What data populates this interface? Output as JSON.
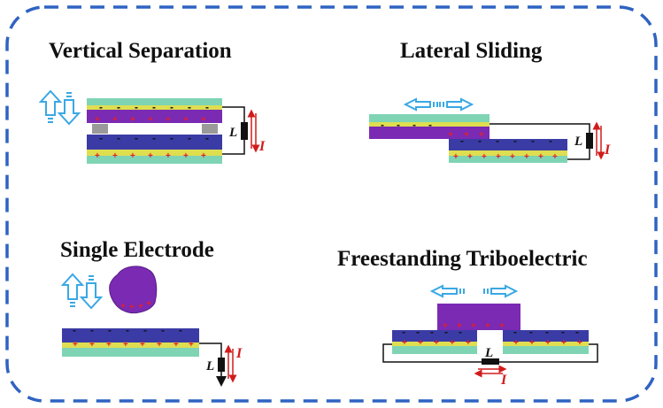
{
  "panels": {
    "vertical_separation": {
      "title": "Vertical Separation",
      "load_label": "L",
      "current_label": "I"
    },
    "lateral_sliding": {
      "title": "Lateral Sliding",
      "load_label": "L",
      "current_label": "I"
    },
    "single_electrode": {
      "title": "Single Electrode",
      "load_label": "L",
      "current_label": "I"
    },
    "freestanding_triboelectric": {
      "title": "Freestanding Triboelectric",
      "load_label": "L",
      "current_label": "I"
    }
  },
  "colors": {
    "frame_border": "#2f63c2",
    "teal_layer": "#7fd4b4",
    "yellow_layer": "#dede50",
    "purple_layer": "#7a2ab3",
    "blue_layer": "#3b3ba6",
    "spacer": "#9a9a9a",
    "arrow_outline": "#3aa8e4",
    "positive_charge": "#e0202a",
    "current_arrow": "#d11b1b"
  },
  "icons": [
    "vertical-motion-arrows-icon",
    "horizontal-motion-arrows-icon",
    "load-resistor-icon",
    "current-arrow-icon"
  ]
}
